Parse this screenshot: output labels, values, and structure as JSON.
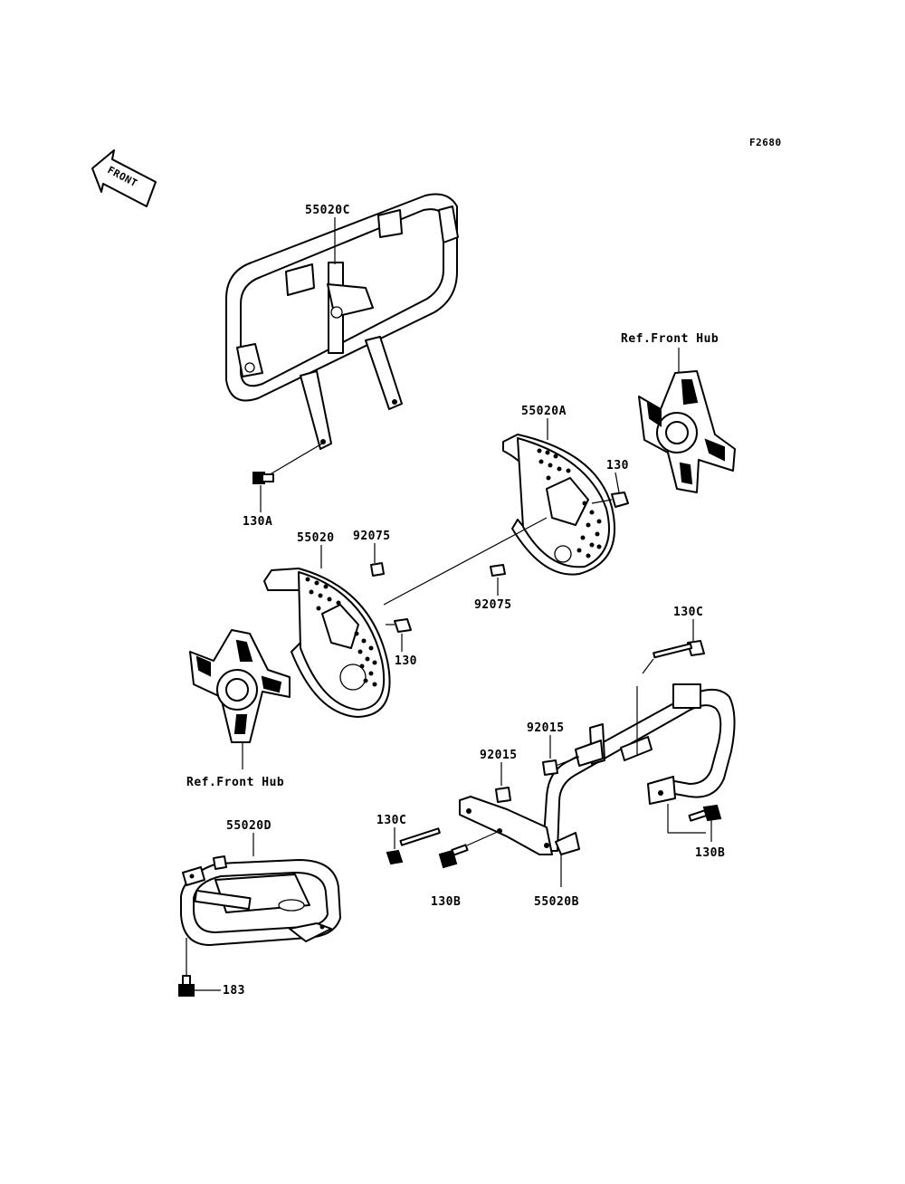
{
  "figure_code": "F2680",
  "direction_label": "FRONT",
  "labels": {
    "p55020C": "55020C",
    "ref_hub_top": "Ref.Front Hub",
    "p55020A": "55020A",
    "p130_top": "130",
    "p130A": "130A",
    "p55020": "55020",
    "p92075_left": "92075",
    "p92075_right": "92075",
    "p130_mid": "130",
    "p130C_right": "130C",
    "p92015_right": "92015",
    "p92015_left": "92015",
    "ref_hub_bottom": "Ref.Front Hub",
    "p55020D": "55020D",
    "p130C_left": "130C",
    "p130B_right": "130B",
    "p130B_left": "130B",
    "p55020B": "55020B",
    "p183": "183"
  }
}
